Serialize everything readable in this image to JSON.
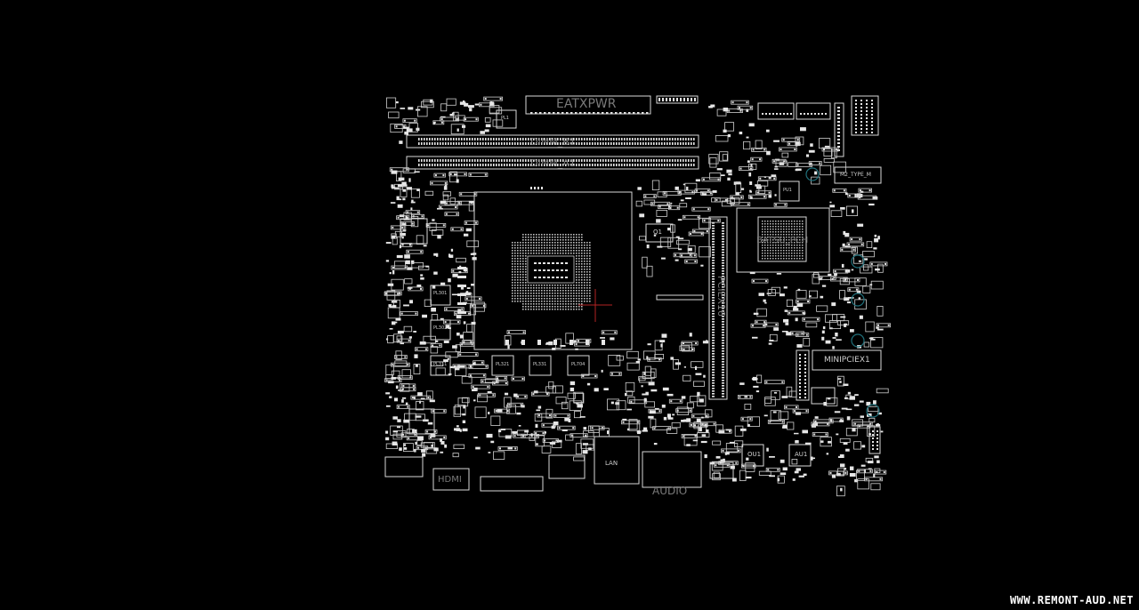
{
  "board": {
    "labels": {
      "eatxpwr": "EATXPWR",
      "dimm_b1": "DIMM_B1",
      "dimm_a1": "DIMM_A1",
      "pcie": "PCIEX16",
      "pch": "BATSU_PCH",
      "m2": "M2_TYPE_M",
      "minipcie": "MINIPCIEX1",
      "hdmi": "HDMI",
      "audio": "AUDIO",
      "lan": "LAN",
      "ou1": "OU1",
      "au1": "AU1",
      "pl301": "PL301",
      "pl302": "PL302",
      "pl311": "PL311",
      "pl321": "PL321",
      "pl331": "PL331",
      "pl704": "PL704",
      "pl1": "PL1",
      "pu1": "PU1",
      "q1": "Q1"
    },
    "colors": {
      "background": "#000000",
      "outline": "#d8d8d8",
      "label": "#7a7a7a",
      "marker": "#1f6f7a",
      "cursor": "#b22222"
    }
  },
  "watermark": "WWW.REMONT-AUD.NET"
}
